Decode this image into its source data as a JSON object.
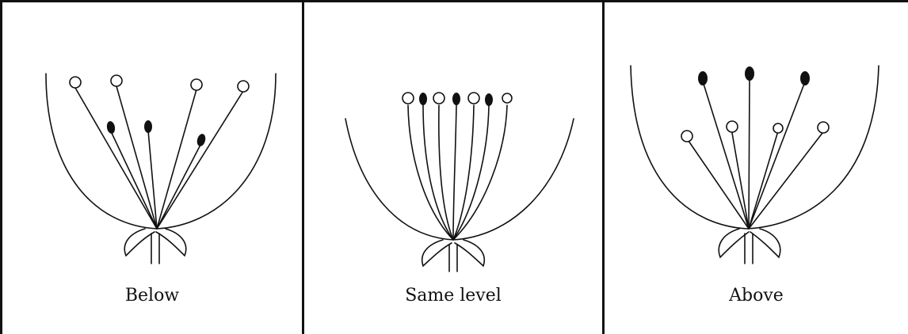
{
  "panels": [
    {
      "id": "below",
      "label": "Below"
    },
    {
      "id": "same",
      "label": "Same level"
    },
    {
      "id": "above",
      "label": "Above"
    }
  ]
}
